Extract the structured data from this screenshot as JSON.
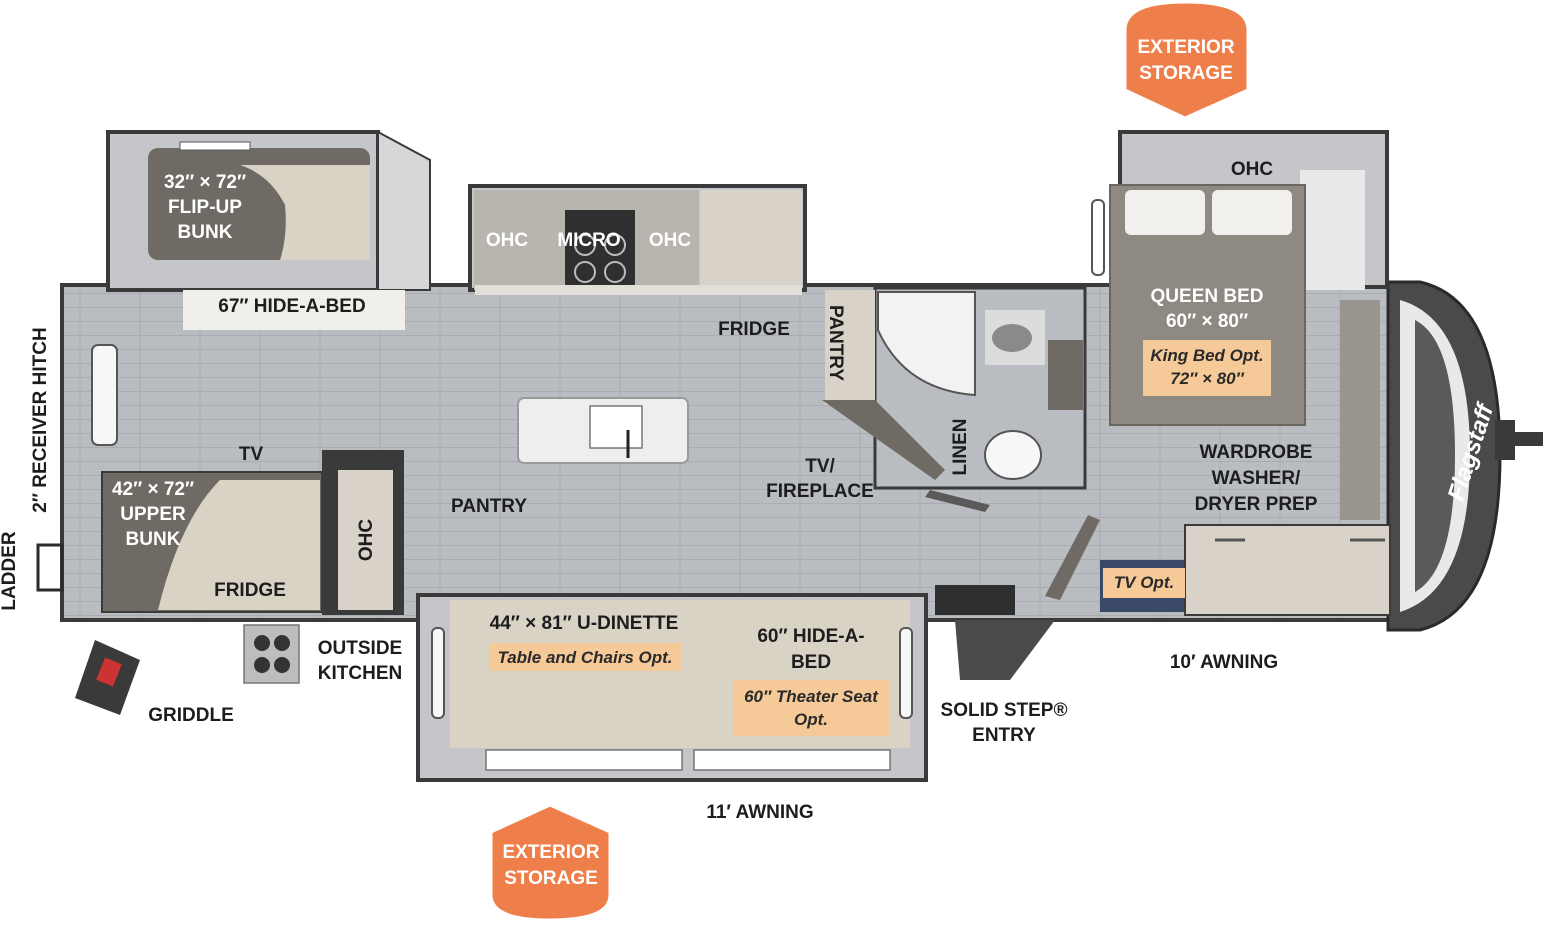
{
  "colors": {
    "wall": "#3a3a3a",
    "floor": "#b9bcc1",
    "slide_floor": "#c4c6ca",
    "bunk": "#6f6a64",
    "bed": "#8e8a82",
    "cabinet": "#d8d2c8",
    "sofa": "#d9d3c6",
    "badge": "#ef7f4a",
    "option_tag": "#f6c998",
    "front_cap": "#4a4a4a"
  },
  "badges": {
    "top": {
      "line1": "EXTERIOR",
      "line2": "STORAGE"
    },
    "bottom": {
      "line1": "EXTERIOR",
      "line2": "STORAGE"
    }
  },
  "brand": "Flagstaff",
  "labels": {
    "bunk_flip": {
      "line1": "32″ × 72″",
      "line2": "FLIP-UP",
      "line3": "BUNK"
    },
    "hide_a_bed_67": "67″ HIDE-A-BED",
    "kitchen_ohc_left": "OHC",
    "micro": "MICRO",
    "kitchen_ohc_right": "OHC",
    "fridge_main": "FRIDGE",
    "pantry_vertical": "PANTRY",
    "linen": "LINEN",
    "tv": "TV",
    "bunk_upper": {
      "line1": "42″ × 72″",
      "line2": "UPPER",
      "line3": "BUNK"
    },
    "fridge_bunk": "FRIDGE",
    "ohc_vertical": "OHC",
    "pantry": "PANTRY",
    "tv_fireplace": {
      "line1": "TV/",
      "line2": "FIREPLACE"
    },
    "receiver_hitch": "2″ RECEIVER HITCH",
    "ladder": "LADDER",
    "outside_kitchen": {
      "line1": "OUTSIDE",
      "line2": "KITCHEN"
    },
    "griddle": "GRIDDLE",
    "dinette": "44″ × 81″ U-DINETTE",
    "dinette_opt": "Table and Chairs Opt.",
    "hide_a_bed_60": {
      "line1": "60″ HIDE-A-",
      "line2": "BED"
    },
    "theater_opt": {
      "line1": "60″ Theater Seat",
      "line2": "Opt."
    },
    "awning_11": "11′ AWNING",
    "solid_step": {
      "line1": "SOLID STEP®",
      "line2": "ENTRY"
    },
    "awning_10": "10′ AWNING",
    "tv_opt": "TV Opt.",
    "wardrobe": {
      "line1": "WARDROBE",
      "line2": "WASHER/",
      "line3": "DRYER PREP"
    },
    "bedroom_ohc": "OHC",
    "queen_bed": {
      "line1": "QUEEN BED",
      "line2": "60″ × 80″"
    },
    "king_opt": {
      "line1": "King Bed Opt.",
      "line2": "72″ × 80″"
    }
  }
}
